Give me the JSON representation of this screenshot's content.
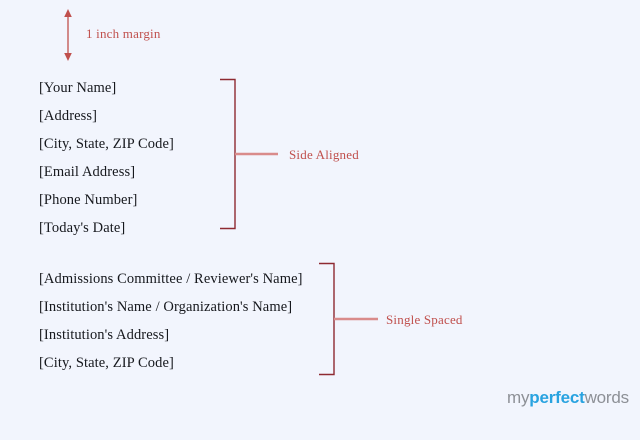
{
  "page": {
    "background_color": "#f2f5fd",
    "annotation_color": "#c0504d",
    "text_color": "#16181d"
  },
  "margin_annotation": {
    "label": "1 inch margin",
    "icon": "double-headed-vertical-arrow-icon"
  },
  "sender_block": {
    "lines": [
      "[Your Name]",
      "[Address]",
      "[City, State, ZIP Code]",
      "[Email Address]",
      "[Phone Number]",
      "[Today's Date]"
    ]
  },
  "recipient_block": {
    "lines": [
      "[Admissions Committee / Reviewer's Name]",
      "[Institution's Name / Organization's Name]",
      "[Institution's Address]",
      "[City, State, ZIP Code]"
    ]
  },
  "annotations": [
    {
      "label": "Side Aligned",
      "icon": "bracket-icon"
    },
    {
      "label": "Single Spaced",
      "icon": "bracket-icon"
    }
  ],
  "logo": {
    "part_my": "my",
    "part_perfect": "perfect",
    "part_words": "words",
    "color_gray": "#8d9096",
    "color_blue": "#29a3e0"
  }
}
